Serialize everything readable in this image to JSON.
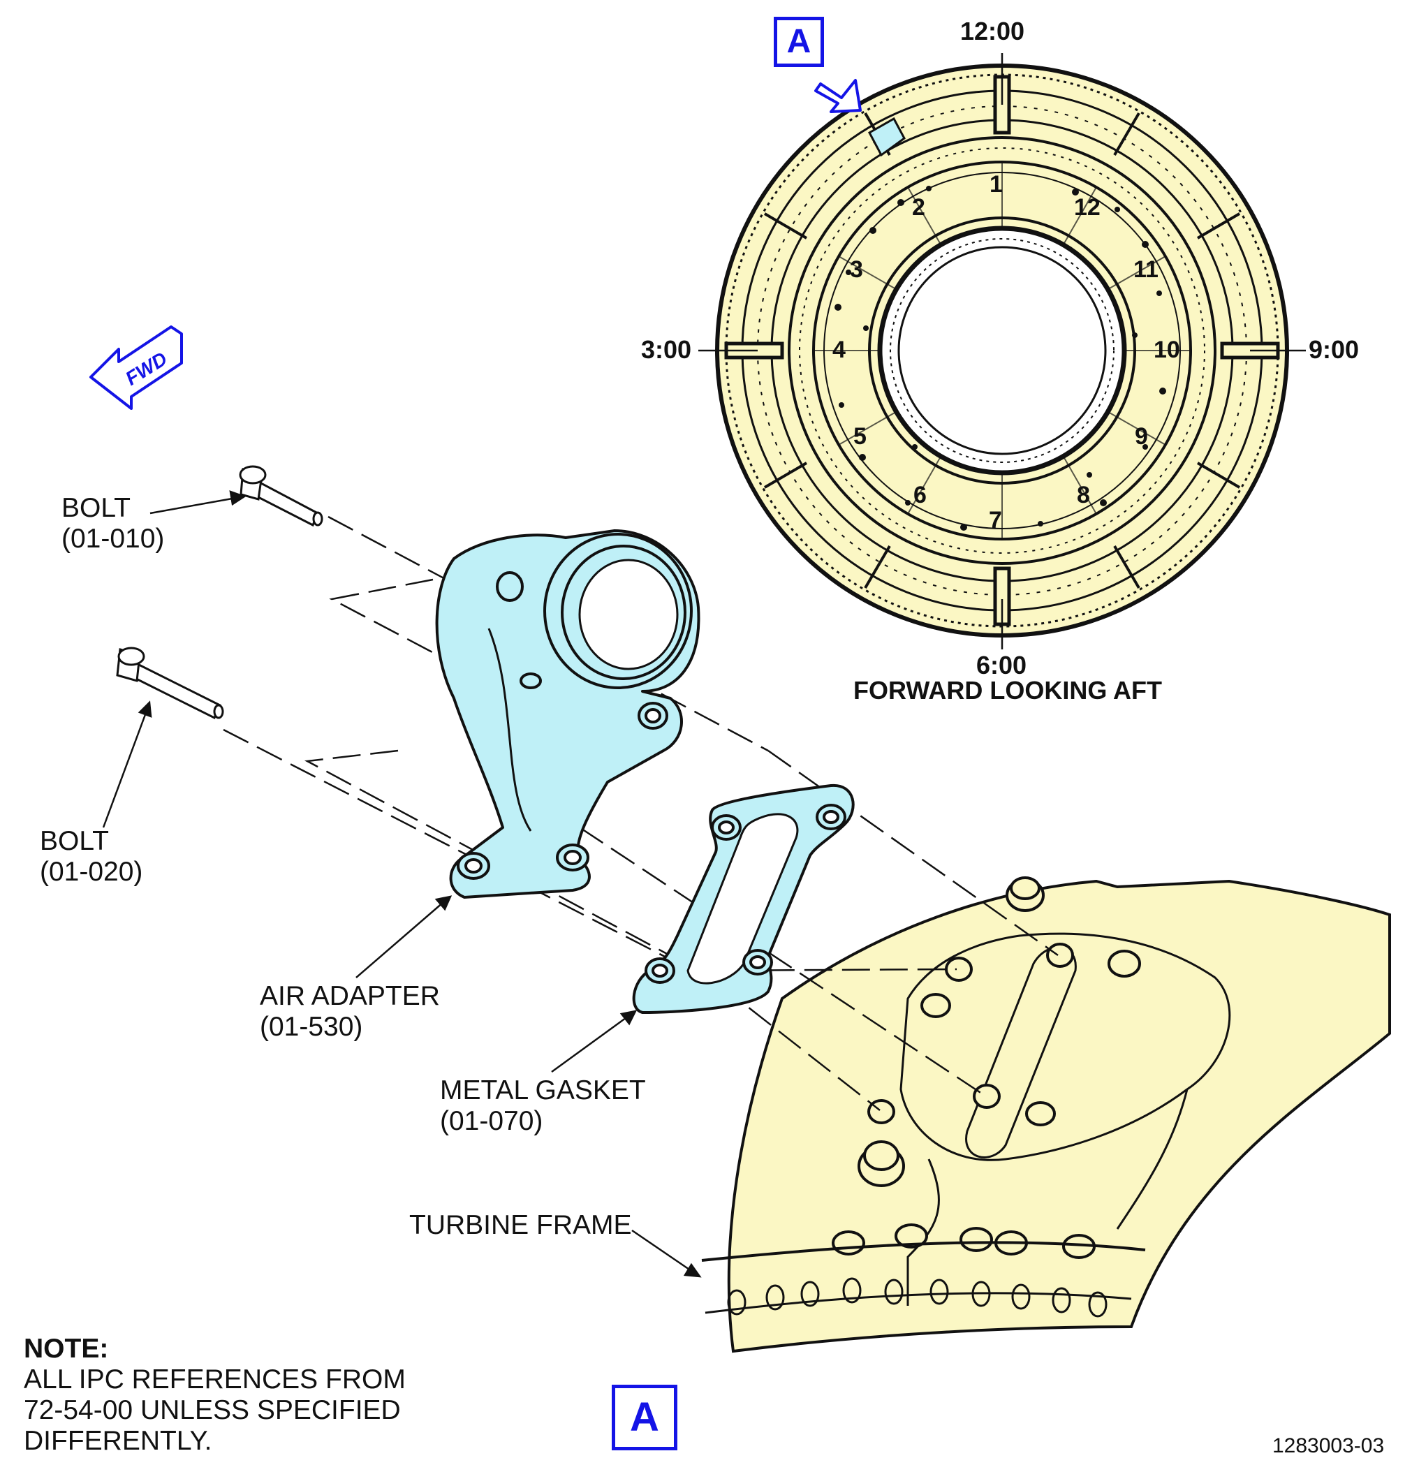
{
  "view_marker": "A",
  "clock_positions": {
    "top": "12:00",
    "left": "3:00",
    "right": "9:00",
    "bottom": "6:00"
  },
  "view_caption": "FORWARD LOOKING AFT",
  "ring_numbers": [
    "1",
    "2",
    "3",
    "4",
    "5",
    "6",
    "7",
    "8",
    "9",
    "10",
    "11",
    "12"
  ],
  "fwd_label": "FWD",
  "callouts": {
    "bolt_1": {
      "name": "BOLT",
      "ref": "(01-010)"
    },
    "bolt_2": {
      "name": "BOLT",
      "ref": "(01-020)"
    },
    "air_adapter": {
      "name": "AIR ADAPTER",
      "ref": "(01-530)"
    },
    "metal_gasket": {
      "name": "METAL GASKET",
      "ref": "(01-070)"
    },
    "turbine_frame": {
      "name": "TURBINE FRAME"
    }
  },
  "note": {
    "heading": "NOTE:",
    "lines": [
      "ALL IPC REFERENCES FROM",
      "72-54-00 UNLESS SPECIFIED",
      "DIFFERENTLY."
    ]
  },
  "figure_id": "1283003-03",
  "colors": {
    "part_fill": "#bff0f7",
    "frame_fill": "#fbf7c4",
    "view_blue": "#1414e6",
    "line": "#111111"
  }
}
